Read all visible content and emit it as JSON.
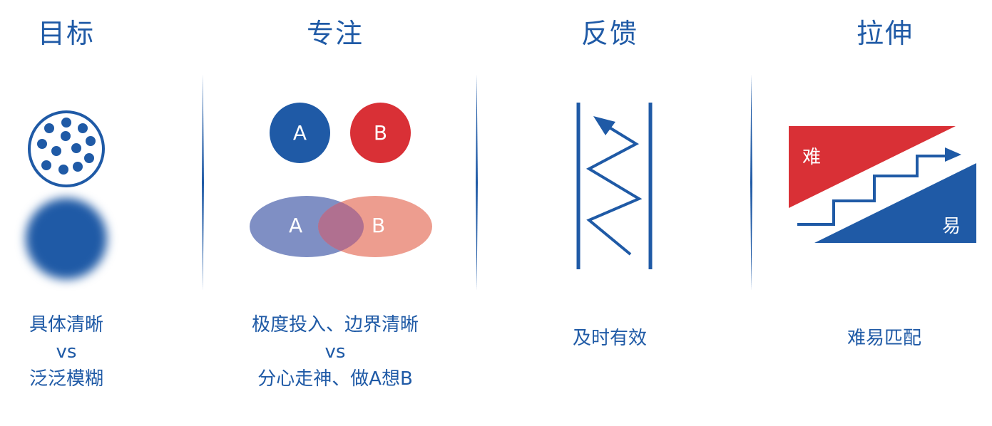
{
  "colors": {
    "blue": "#1f5aa6",
    "red": "#d93036",
    "light_blue": "#7f8fc4",
    "light_red": "#ea9080",
    "overlap": "#b07090"
  },
  "columns": [
    {
      "title": "目标",
      "caption": {
        "line1": "具体清晰",
        "line2": "vs",
        "line3": "泛泛模糊"
      },
      "icons": [
        "dotted-circle-icon",
        "blurred-circle-icon"
      ]
    },
    {
      "title": "专注",
      "caption": {
        "line1": "极度投入、边界清晰",
        "line2": "vs",
        "line3": "分心走神、做A想B"
      },
      "separate_circles": [
        "A",
        "B"
      ],
      "overlap_ellipses": [
        "A",
        "B"
      ]
    },
    {
      "title": "反馈",
      "caption": {
        "line1": "及时有效"
      },
      "icons": [
        "zigzag-arrow-icon"
      ]
    },
    {
      "title": "拉伸",
      "caption": {
        "line1": "难易匹配"
      },
      "hard_label": "难",
      "easy_label": "易",
      "icons": [
        "staircase-arrow-icon"
      ]
    }
  ]
}
